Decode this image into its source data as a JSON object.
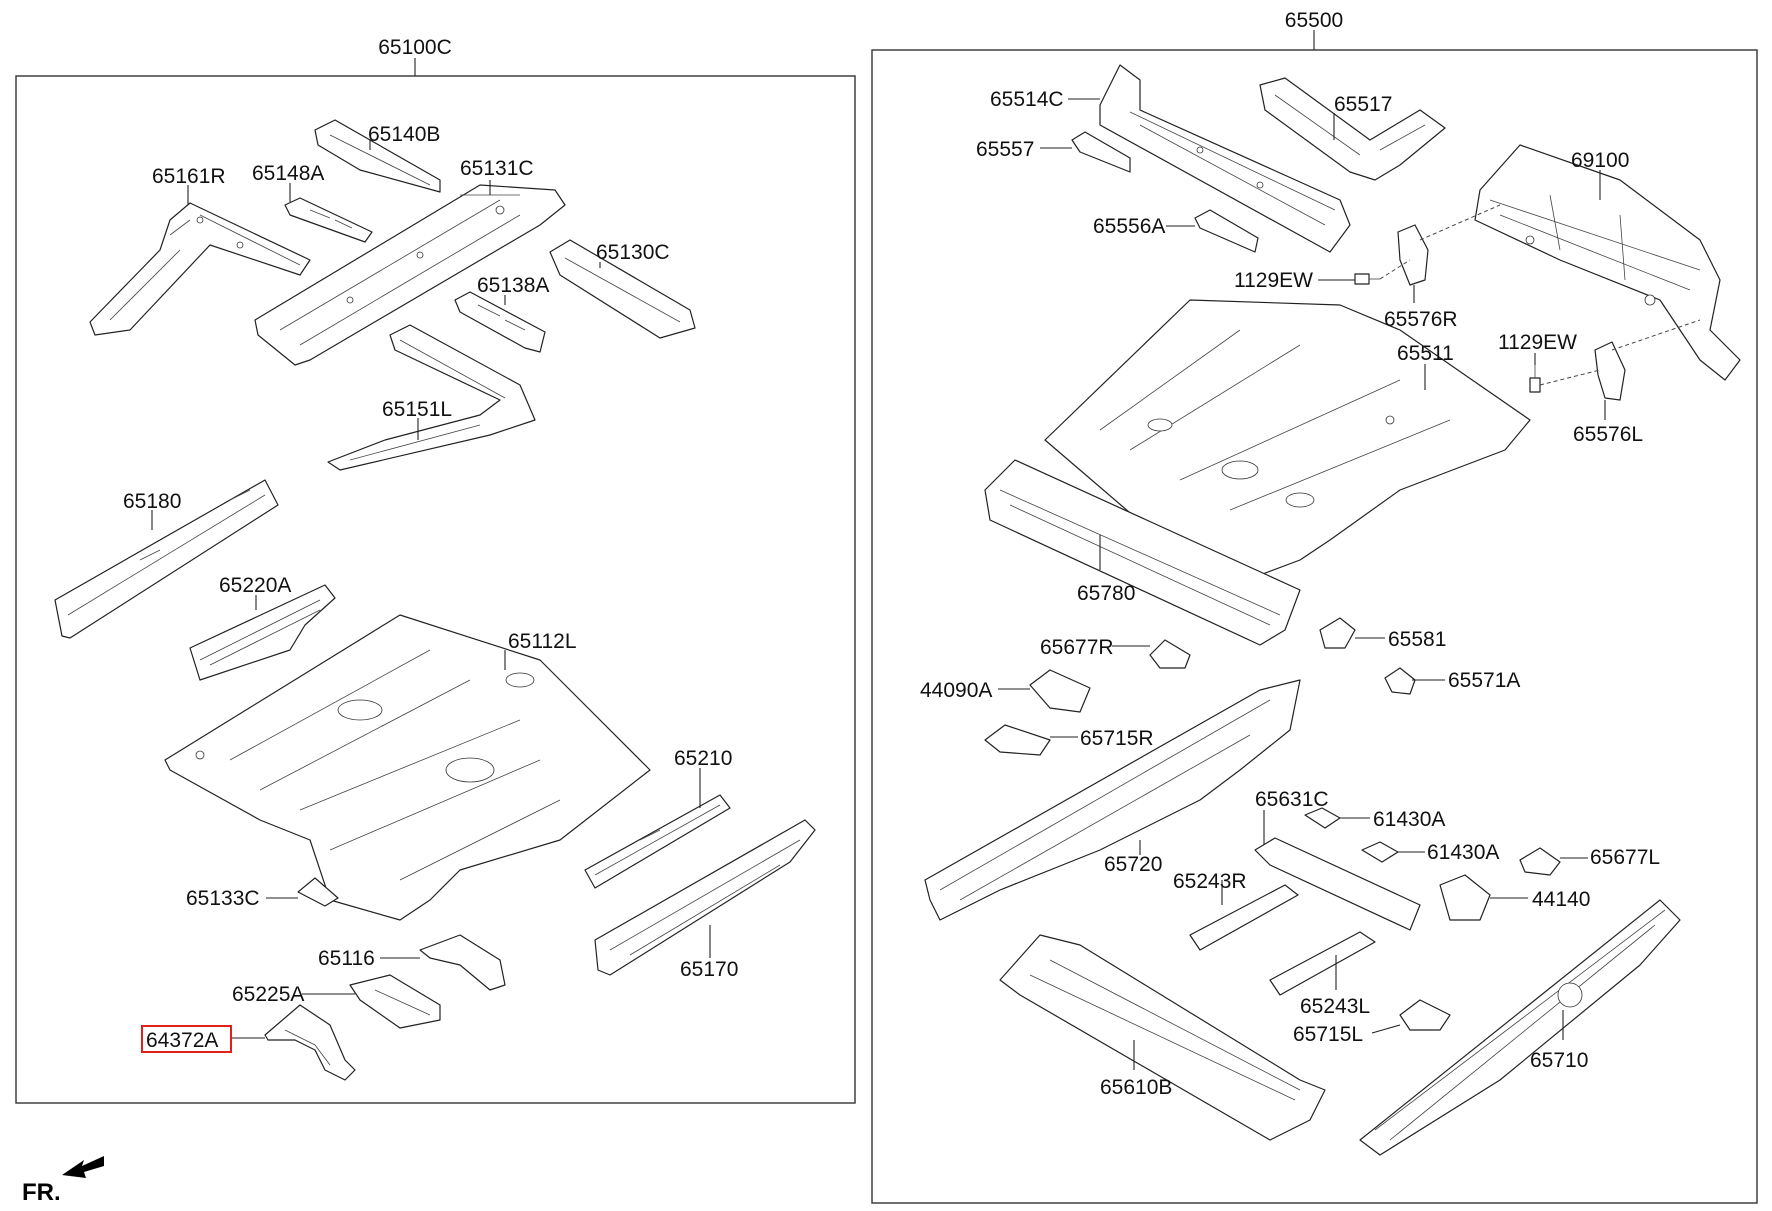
{
  "groups": {
    "left": "65100C",
    "right": "65500"
  },
  "parts": {
    "p65161R": "65161R",
    "p65140B": "65140B",
    "p65148A": "65148A",
    "p65131C": "65131C",
    "p65130C": "65130C",
    "p65138A": "65138A",
    "p65151L": "65151L",
    "p65180": "65180",
    "p65220A": "65220A",
    "p65112L": "65112L",
    "p65210": "65210",
    "p65133C": "65133C",
    "p65170": "65170",
    "p65116": "65116",
    "p65225A": "65225A",
    "p64372A": "64372A",
    "p65514C": "65514C",
    "p65517": "65517",
    "p65557": "65557",
    "p69100": "69100",
    "p65556A": "65556A",
    "p1129EW_a": "1129EW",
    "p65576R": "65576R",
    "p1129EW_b": "1129EW",
    "p65511": "65511",
    "p65576L": "65576L",
    "p65780": "65780",
    "p65581": "65581",
    "p65677R": "65677R",
    "p65571A": "65571A",
    "p44090A": "44090A",
    "p65715R": "65715R",
    "p65631C": "65631C",
    "p61430A_a": "61430A",
    "p61430A_b": "61430A",
    "p65677L": "65677L",
    "p65720": "65720",
    "p65243R": "65243R",
    "p44140": "44140",
    "p65243L": "65243L",
    "p65715L": "65715L",
    "p65710": "65710",
    "p65610B": "65610B"
  },
  "highlighted_part": "64372A",
  "orientation": "FR.",
  "colors": {
    "highlight": "#e0201b",
    "line": "#222222"
  }
}
